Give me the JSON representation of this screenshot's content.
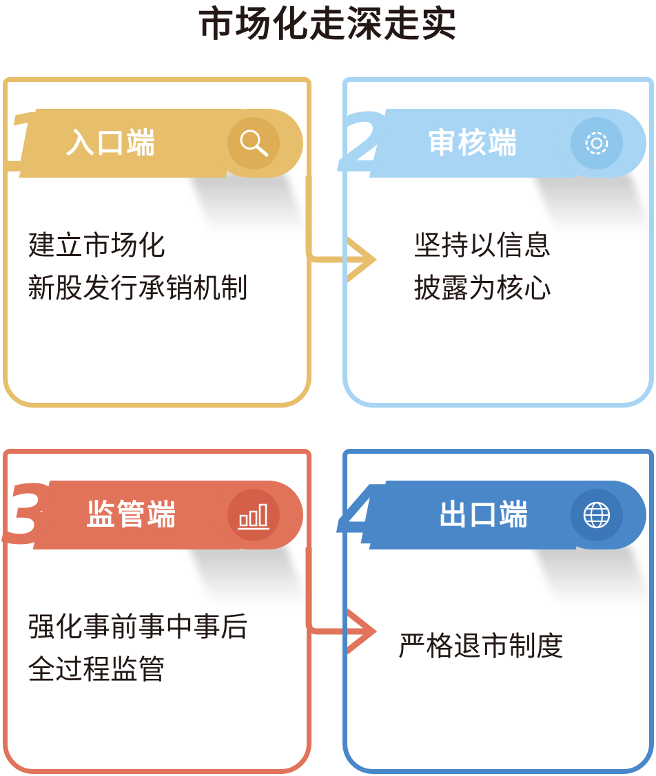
{
  "title": "市场化走深走实",
  "colors": {
    "gold": "#E7BE6B",
    "light_blue": "#A7D5F3",
    "red": "#E1735B",
    "blue": "#4A87C9"
  },
  "cards": [
    {
      "number": "1",
      "label": "入口端",
      "icon": "search-icon",
      "lines": [
        "建立市场化",
        "新股发行承销机制"
      ]
    },
    {
      "number": "2",
      "label": "审核端",
      "icon": "gear-icon",
      "lines": [
        "坚持以信息",
        "披露为核心"
      ]
    },
    {
      "number": "3",
      "label": "监管端",
      "icon": "bar-chart-icon",
      "lines": [
        "强化事前事中事后",
        "全过程监管"
      ]
    },
    {
      "number": "4",
      "label": "出口端",
      "icon": "globe-icon",
      "lines": [
        "严格退市制度"
      ]
    }
  ]
}
